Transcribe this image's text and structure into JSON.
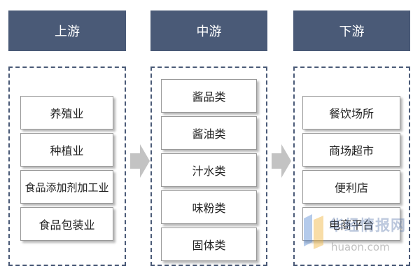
{
  "stages": [
    {
      "header": "上游",
      "items": [
        "养殖业",
        "种植业",
        "食品添加剂加工业",
        "食品包装业"
      ]
    },
    {
      "header": "中游",
      "items": [
        "酱品类",
        "酱油类",
        "汁水类",
        "味粉类",
        "固体类"
      ]
    },
    {
      "header": "下游",
      "items": [
        "餐饮场所",
        "商场超市",
        "便利店",
        "电商平台"
      ]
    }
  ],
  "colors": {
    "header_bg": "#4a5a77",
    "border": "#4a5a77",
    "arrow": "#c3c3c3"
  },
  "watermark": {
    "title": "华经情报网",
    "url": "huaon.com"
  }
}
